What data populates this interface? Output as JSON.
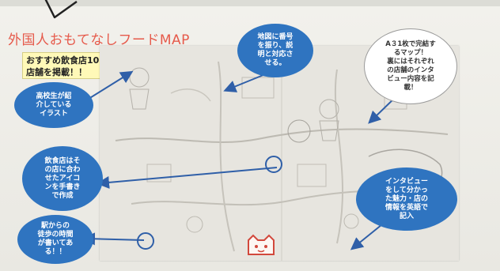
{
  "title": "外国人おもてなしフードMAP",
  "recommend_box": "おすすめ飲食店10\n店舗を掲載！！",
  "map_heading": "",
  "bubbles": {
    "illustration": "高校生が紹\n介している\nイラスト",
    "icons": "飲食店はそ\nの店に合わ\nせたアイコ\nンを手書き\nで作成",
    "walk_time": "駅からの\n徒歩の時間\nが書いてあ\nる！！",
    "number_link": "地図に番号\nを振り、説\n明と対応さ\nせる。",
    "interview": "インタビュー\nをして分かっ\nた魅力・店の\n情報を英語で\n記入"
  },
  "note": "A３1枚で完結す\nるマップ！\n裏にはそれぞれ\nの店舗のインタ\nビュー内容を記\n載！",
  "colors": {
    "bubble": "#2f74c0",
    "title": "#e65a4b",
    "recommend_bg": "#fff9b8"
  },
  "icons": {
    "mascot": "cat-face-icon"
  }
}
